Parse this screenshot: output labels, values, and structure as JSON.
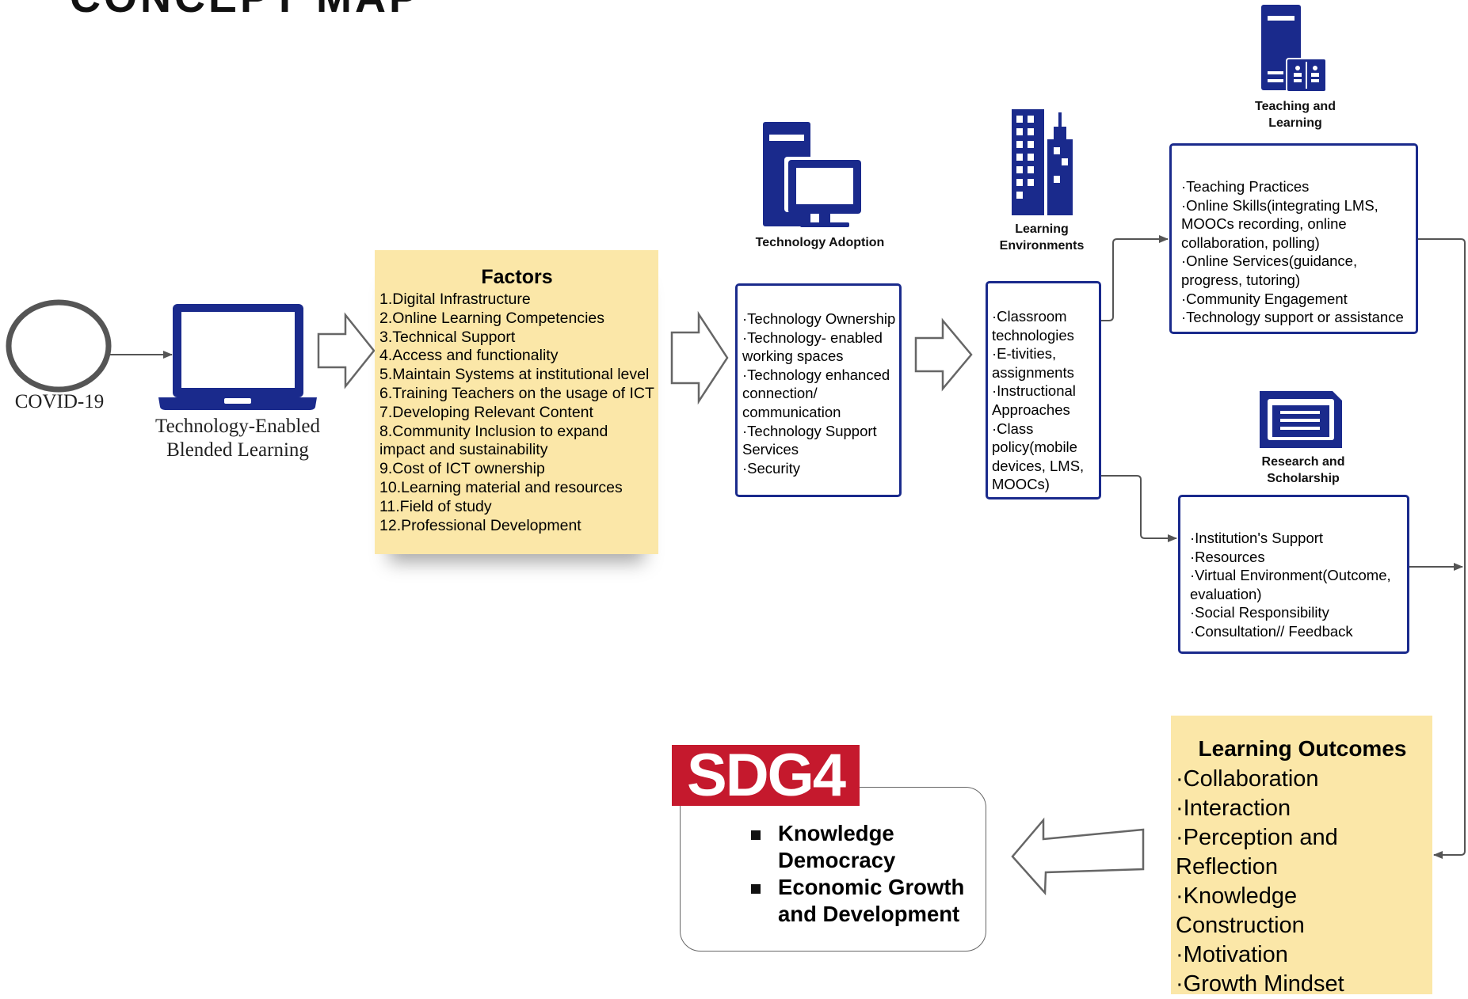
{
  "title": "CONCEPT MAP",
  "covid": {
    "label": "COVID-19"
  },
  "learning_mode": {
    "label": "Technology-Enabled Blended Learning"
  },
  "factors": {
    "title": "Factors",
    "items": [
      "1.Digital Infrastructure",
      "2.Online Learning Competencies",
      "3.Technical Support",
      "4.Access and functionality",
      "5.Maintain Systems at institutional level",
      "6.Training Teachers on the usage of ICT",
      "7.Developing Relevant Content",
      "8.Community Inclusion to expand impact and sustainability",
      "9.Cost of ICT ownership",
      "10.Learning material and resources",
      "11.Field of study",
      "12.Professional Development"
    ]
  },
  "technology_adoption": {
    "label": "Technology Adoption",
    "icon": "computer-icon",
    "items": [
      "·Technology Ownership",
      "·Technology- enabled working spaces",
      "·Technology enhanced connection/ communication",
      "·Technology Support Services",
      "·Security"
    ]
  },
  "learning_environments": {
    "label": "Learning Environments",
    "icon": "buildings-icon",
    "items": [
      "·Classroom technologies",
      "·E-tivities, assignments",
      "·Instructional Approaches",
      "·Class policy(mobile devices, LMS, MOOCs)"
    ]
  },
  "teaching_learning": {
    "label": "Teaching and Learning",
    "icon": "server-book-icon",
    "items": [
      "·Teaching Practices",
      "·Online Skills(integrating LMS, MOOCs recording, online collaboration, polling)",
      "·Online Services(guidance, progress, tutoring)",
      "·Community Engagement",
      "·Technology support or assistance"
    ]
  },
  "research_scholarship": {
    "label": "Research and Scholarship",
    "icon": "document-icon",
    "items": [
      "·Institution's Support",
      "·Resources",
      "·Virtual Environment(Outcome, evaluation)",
      "·Social Responsibility",
      "·Consultation// Feedback"
    ]
  },
  "learning_outcomes": {
    "title": "Learning Outcomes",
    "items": [
      "·Collaboration",
      "·Interaction",
      "·Perception and Reflection",
      "·Knowledge Construction",
      "·Motivation",
      "·Growth Mindset"
    ]
  },
  "sdg": {
    "logo": "SDG4",
    "items": [
      "Knowledge Democracy",
      "Economic Growth and Development"
    ]
  },
  "colors": {
    "navy": "#1a2a8c",
    "note_yellow": "#fbe7a8",
    "sdg_red": "#c5192d"
  }
}
